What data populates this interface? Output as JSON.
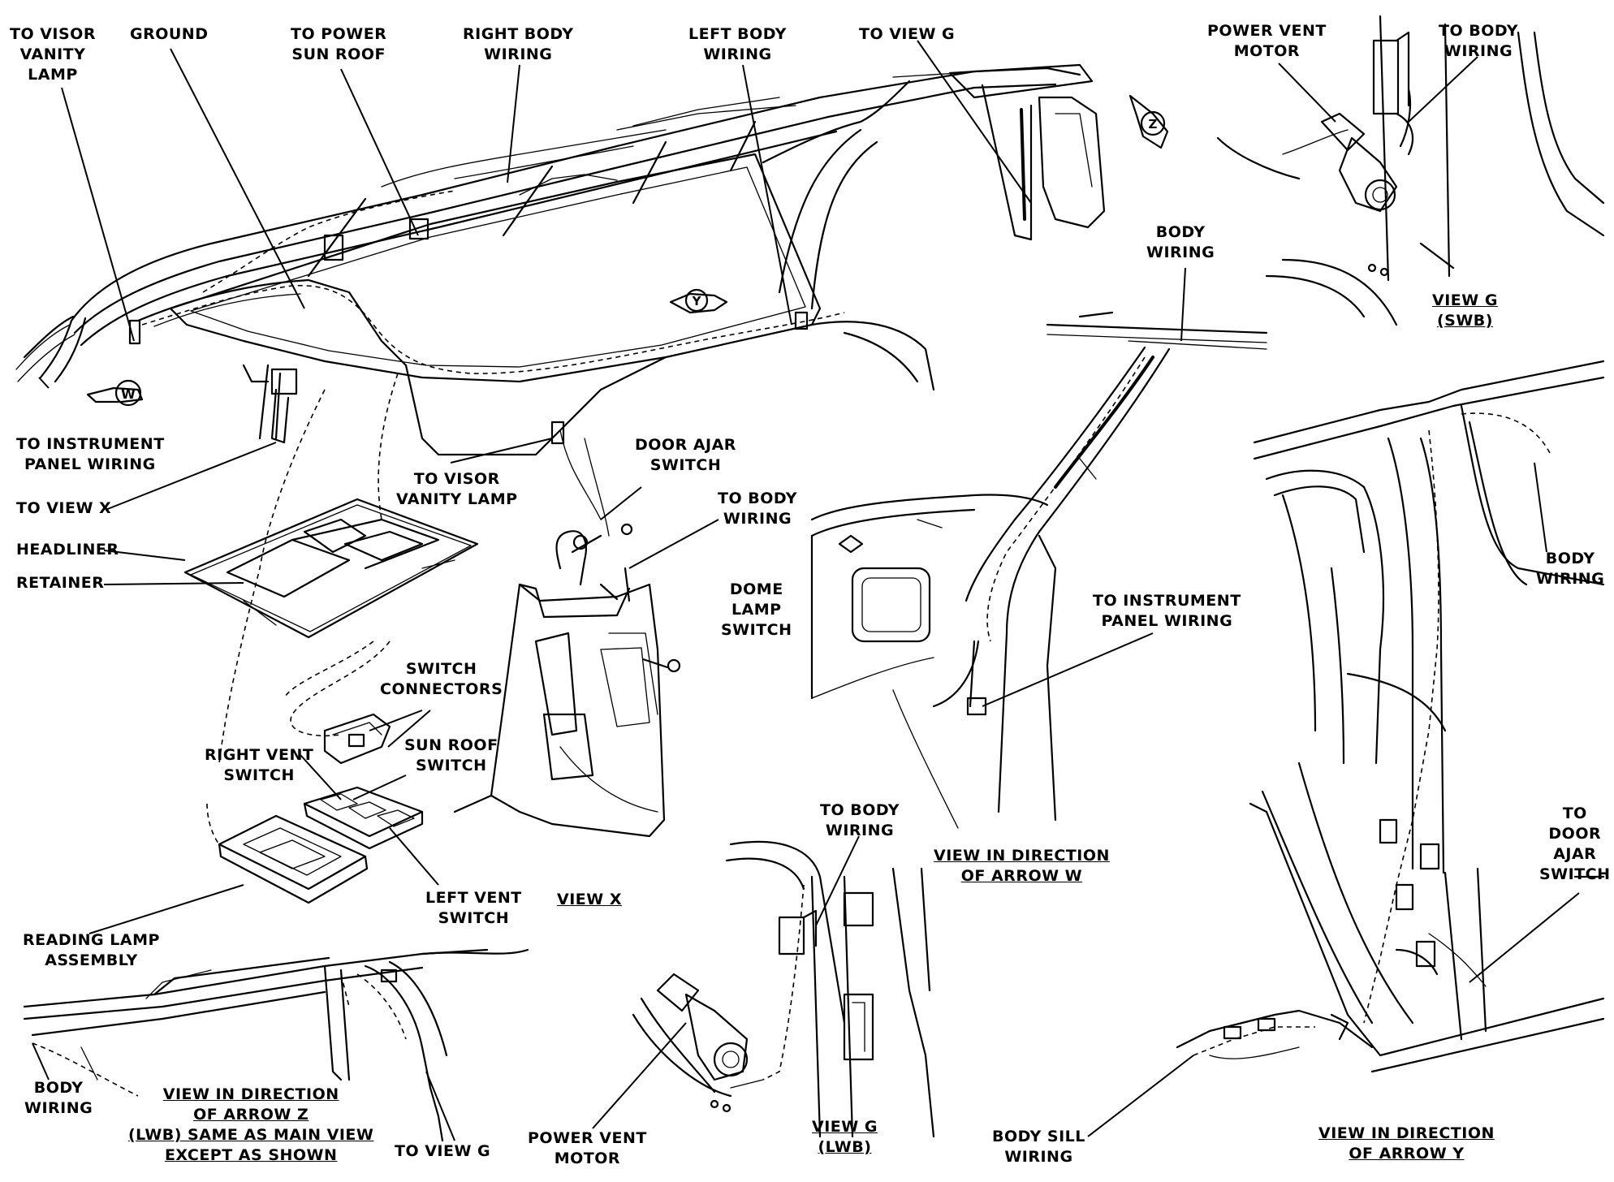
{
  "labels": {
    "to_visor_vanity_lamp_tl": [
      "TO VISOR",
      "VANITY",
      "LAMP"
    ],
    "ground": [
      "GROUND"
    ],
    "to_power_sun_roof": [
      "TO POWER",
      "SUN ROOF"
    ],
    "right_body_wiring": [
      "RIGHT BODY",
      "WIRING"
    ],
    "left_body_wiring": [
      "LEFT BODY",
      "WIRING"
    ],
    "to_view_g_top": [
      "TO VIEW G"
    ],
    "power_vent_motor_tr": [
      "POWER VENT",
      "MOTOR"
    ],
    "to_body_wiring_tr": [
      "TO BODY",
      "WIRING"
    ],
    "view_g_swb": [
      "VIEW G",
      "(SWB)"
    ],
    "body_wiring_mid": [
      "BODY",
      "WIRING"
    ],
    "to_instrument_panel_wiring_left": [
      "TO INSTRUMENT",
      "PANEL WIRING"
    ],
    "to_view_x": [
      "TO VIEW X"
    ],
    "to_visor_vanity_lamp_mid": [
      "TO VISOR",
      "VANITY LAMP"
    ],
    "headliner": [
      "HEADLINER"
    ],
    "retainer": [
      "RETAINER"
    ],
    "door_ajar_switch": [
      "DOOR AJAR",
      "SWITCH"
    ],
    "to_body_wiring_x": [
      "TO BODY",
      "WIRING"
    ],
    "dome_lamp_switch": [
      "DOME",
      "LAMP",
      "SWITCH"
    ],
    "switch_connectors": [
      "SWITCH",
      "CONNECTORS"
    ],
    "right_vent_switch": [
      "RIGHT VENT",
      "SWITCH"
    ],
    "sun_roof_switch": [
      "SUN ROOF",
      "SWITCH"
    ],
    "left_vent_switch": [
      "LEFT VENT",
      "SWITCH"
    ],
    "view_x": [
      "VIEW X"
    ],
    "reading_lamp_assembly": [
      "READING LAMP",
      "ASSEMBLY"
    ],
    "to_instrument_panel_wiring_right": [
      "TO INSTRUMENT",
      "PANEL WIRING"
    ],
    "view_in_direction_of_arrow_w": [
      "VIEW IN DIRECTION",
      "OF ARROW W"
    ],
    "body_wiring_right": [
      "BODY",
      "WIRING"
    ],
    "to_door_ajar_switch": [
      "TO",
      "DOOR",
      "AJAR",
      "SWITCH"
    ],
    "to_body_wiring_lwb": [
      "TO BODY",
      "WIRING"
    ],
    "body_wiring_bl": [
      "BODY",
      "WIRING"
    ],
    "view_in_direction_of_arrow_z": [
      "VIEW IN DIRECTION",
      "OF ARROW Z",
      "(LWB) SAME AS MAIN VIEW",
      "EXCEPT AS SHOWN"
    ],
    "to_view_g_bottom": [
      "TO VIEW G"
    ],
    "power_vent_motor_bottom": [
      "POWER VENT",
      "MOTOR"
    ],
    "view_g_lwb": [
      "VIEW G",
      "(LWB)"
    ],
    "body_sill_wiring": [
      "BODY SILL",
      "WIRING"
    ],
    "view_in_direction_of_arrow_y": [
      "VIEW IN DIRECTION",
      "OF ARROW Y"
    ]
  },
  "view_markers": {
    "w": "W",
    "y": "Y",
    "z": "Z"
  },
  "colors": {
    "ink": "#000000",
    "paper": "#ffffff"
  }
}
